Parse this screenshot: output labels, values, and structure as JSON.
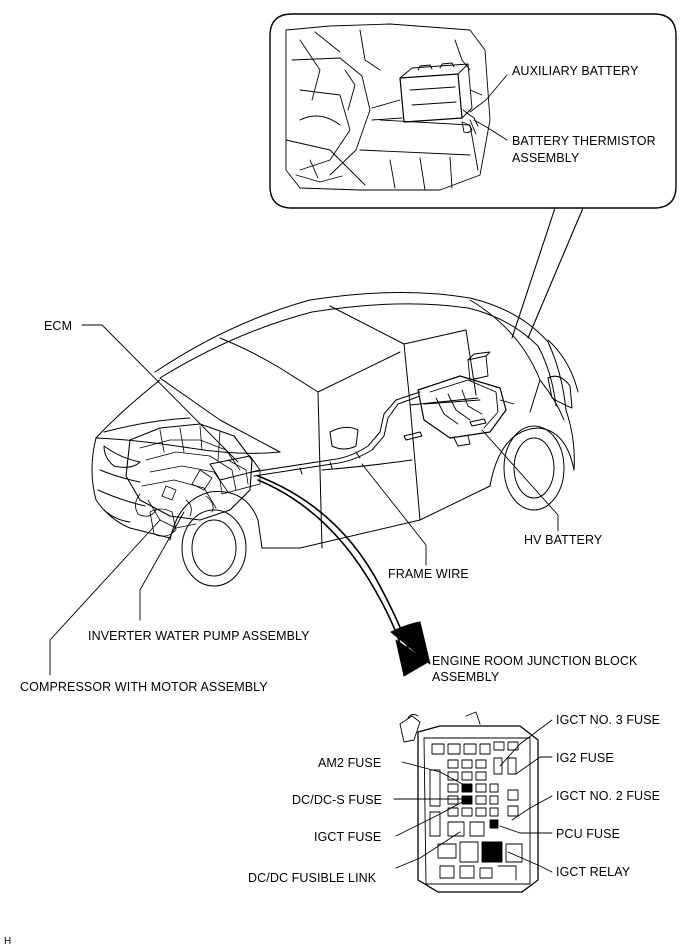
{
  "labels": {
    "auxiliary_battery": "AUXILIARY BATTERY",
    "battery_thermistor_line1": "BATTERY THERMISTOR",
    "battery_thermistor_line2": "ASSEMBLY",
    "ecm": "ECM",
    "hv_battery": "HV BATTERY",
    "frame_wire": "FRAME WIRE",
    "inverter_water_pump": "INVERTER WATER PUMP ASSEMBLY",
    "compressor": "COMPRESSOR WITH MOTOR ASSEMBLY",
    "junction_block_line1": "ENGINE ROOM JUNCTION BLOCK",
    "junction_block_line2": "ASSEMBLY",
    "igct_no3_fuse": "IGCT NO. 3 FUSE",
    "ig2_fuse": "IG2 FUSE",
    "igct_no2_fuse": "IGCT NO. 2 FUSE",
    "pcu_fuse": "PCU FUSE",
    "igct_relay": "IGCT RELAY",
    "am2_fuse": "AM2 FUSE",
    "dcdc_s_fuse": "DC/DC-S FUSE",
    "igct_fuse": "IGCT FUSE",
    "dcdc_fusible_link": "DC/DC FUSIBLE LINK",
    "corner_code": "H"
  }
}
